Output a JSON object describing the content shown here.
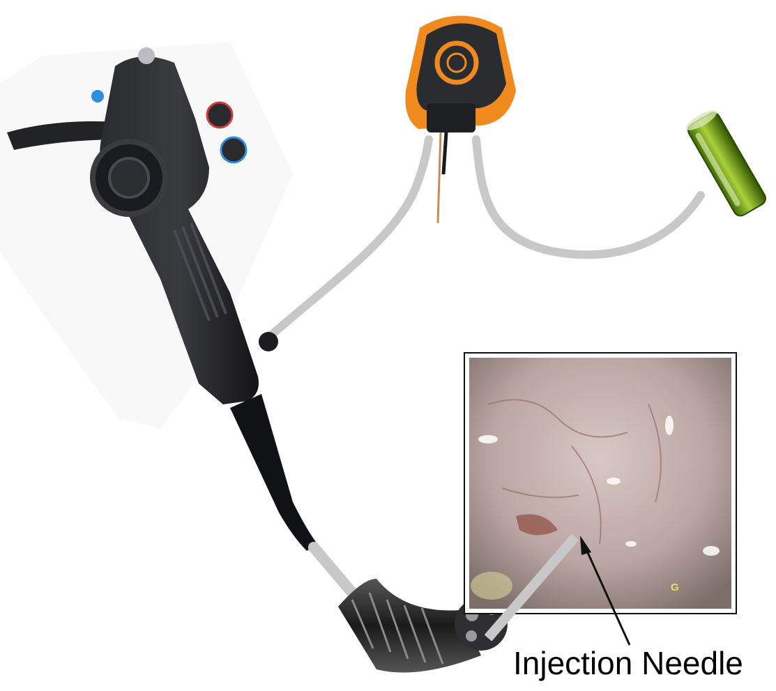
{
  "figure": {
    "label": "Injection Needle",
    "overlay_mark": "G"
  },
  "colors": {
    "tube": "#c8c8c8",
    "endoscope_body": "#1c1d1f",
    "pump_orange": "#f08a1e",
    "pump_dark": "#2b2c30",
    "fluid_green": "#7aa31a",
    "frame_border": "#111111",
    "tissue": "#c8b3b0"
  },
  "icons": [
    "endoscope",
    "injection-pump",
    "fluid-vial",
    "endoscopic-view",
    "insertion-tube",
    "annotation-arrow"
  ]
}
